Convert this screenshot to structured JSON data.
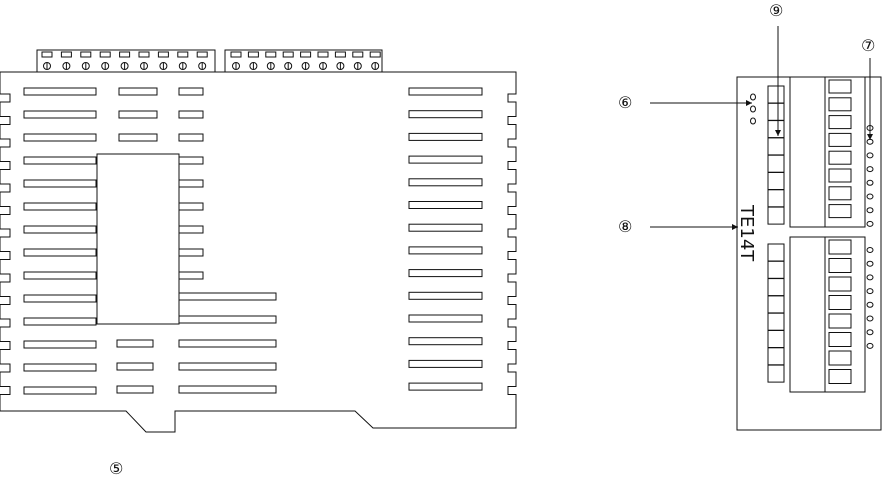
{
  "callouts": {
    "c5": "⑤",
    "c6": "⑥",
    "c7": "⑦",
    "c8": "⑧",
    "c9": "⑨"
  },
  "module_marking": "TE14T",
  "terminal_block_top": {
    "groups": 2,
    "terminals_per_group": 9
  },
  "side_view": {
    "terminal_blocks": 2,
    "terminals_per_block": 8,
    "led_count": 16
  }
}
